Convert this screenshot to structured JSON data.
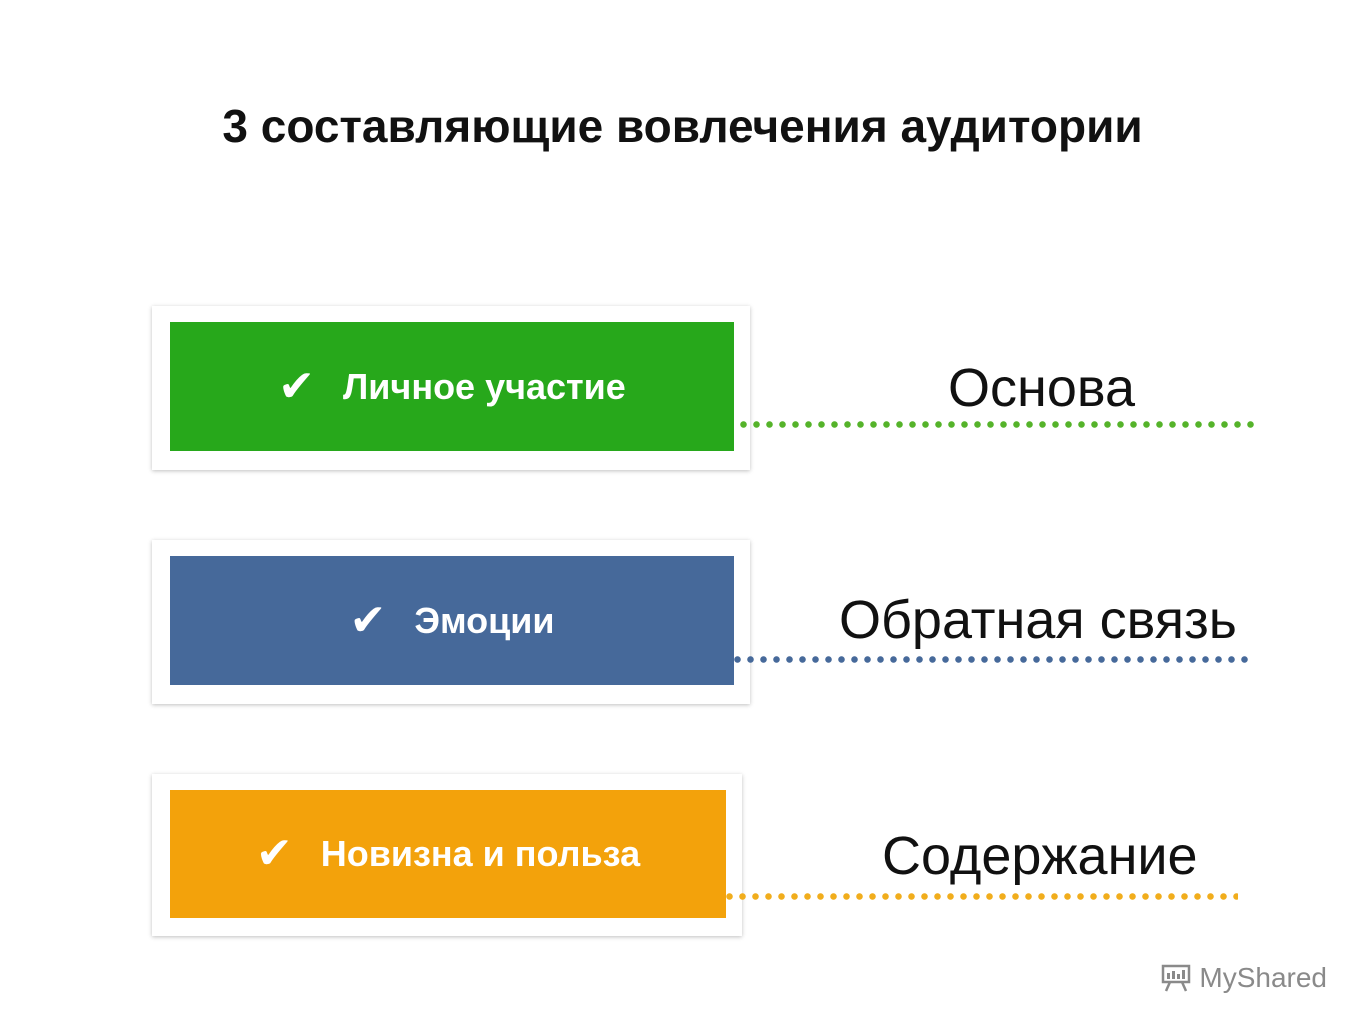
{
  "title": "3 составляющие вовлечения аудитории",
  "items": [
    {
      "check": "✔",
      "label": "Личное участие",
      "right_label": "Основа",
      "color": "#27a81b",
      "dot_color": "#55b32a"
    },
    {
      "check": "✔",
      "label": "Эмоции",
      "right_label": "Обратная связь",
      "color": "#46699a",
      "dot_color": "#46699a"
    },
    {
      "check": "✔",
      "label": "Новизна и польза",
      "right_label": "Содержание",
      "color": "#f3a20b",
      "dot_color": "#f1ad1c"
    }
  ],
  "watermark": {
    "text": "MyShared",
    "icon": "presentation-board-icon"
  }
}
